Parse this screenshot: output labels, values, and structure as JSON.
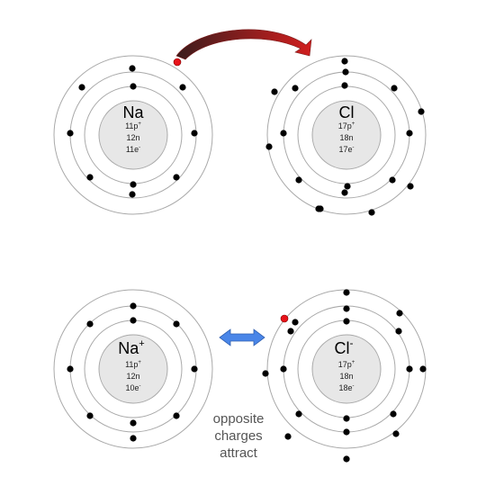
{
  "colors": {
    "shell_stroke": "#a9a9a9",
    "nucleus_fill": "#e7e7e7",
    "electron": "#000000",
    "transferred_electron": "#e8131a",
    "transfer_arrow_start": "#3c1c1c",
    "transfer_arrow_end": "#d11f1f",
    "attraction_arrow": "#4a86e8",
    "caption": "#555555"
  },
  "atoms": {
    "na": {
      "symbol": "Na",
      "charge": "",
      "line1_num": "11p",
      "line1_sup": "+",
      "line2": "12n",
      "line3_num": "11e",
      "line3_sup": "-"
    },
    "cl": {
      "symbol": "Cl",
      "charge": "",
      "line1_num": "17p",
      "line1_sup": "+",
      "line2": "18n",
      "line3_num": "17e",
      "line3_sup": "-"
    },
    "na_ion": {
      "symbol": "Na",
      "charge": "+",
      "line1_num": "11p",
      "line1_sup": "+",
      "line2": "12n",
      "line3_num": "10e",
      "line3_sup": "-"
    },
    "cl_ion": {
      "symbol": "Cl",
      "charge": "-",
      "line1_num": "17p",
      "line1_sup": "+",
      "line2": "18n",
      "line3_num": "18e",
      "line3_sup": "-"
    }
  },
  "caption": {
    "line1": "opposite",
    "line2": "charges",
    "line3": "attract"
  },
  "icons": {
    "transfer_arrow": "curved-arrow-icon",
    "attraction_arrow": "double-arrow-icon"
  }
}
